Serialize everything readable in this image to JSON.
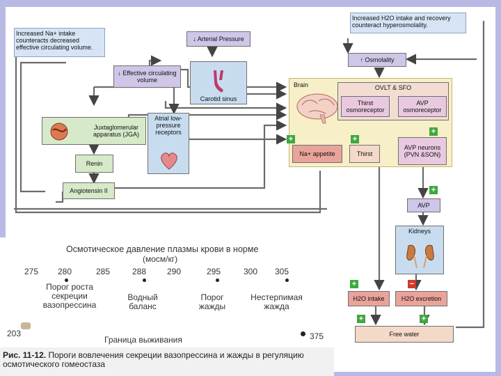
{
  "diagram": {
    "note_left": "Increased Na+ intake counteracts decreased effective circulating volume.",
    "note_right": "Increased H2O intake and recovery counteract hyperosmolality.",
    "arterial_pressure": "↓ Arterial Pressure",
    "effective_volume": "↓ Effective circulating volume",
    "carotid_sinus": "Carotid sinus",
    "osmolality": "↑ Osmolality",
    "brain": "Brain",
    "ovlt_sfo": "OVLT & SFO",
    "thirst_osmo": "Thirst osmoreceptor",
    "avp_osmo": "AVP osmoreceptor",
    "jga": "Juxtaglomerular apparatus (JGA)",
    "atrial": "Atrial low-pressure receptors",
    "renin": "Renin",
    "angiotensin": "Angiotensin II",
    "na_appetite": "Na+ appetite",
    "thirst": "Thirst",
    "avp_neurons": "AVP neurons (PVN &SON)",
    "avp": "AVP",
    "kidneys": "Kidneys",
    "h2o_intake": "H2O intake",
    "h2o_excretion": "H2O excretion",
    "free_water": "Free water",
    "plus": "+",
    "minus": "−"
  },
  "table": {
    "title_line1": "Осмотическое давление плазмы крови в норме",
    "title_line2": "(мосм/кг)",
    "ticks": [
      "275",
      "280",
      "285",
      "288",
      "290",
      "295",
      "300",
      "305"
    ],
    "label_porog_rosta": "Порог роста секреции вазопрессина",
    "label_vodny": "Водный баланс",
    "label_porog_zhazhdy": "Порог жажды",
    "label_nesterpimaya": "Нестерпимая жажда",
    "survival_min": "203",
    "survival_label": "Граница выживания",
    "survival_max": "375",
    "caption_bold": "Рис. 11-12.",
    "caption_text": "Пороги вовлечения секреции вазопрессина и жажды в регуляцию осмотического гомеостаза"
  }
}
